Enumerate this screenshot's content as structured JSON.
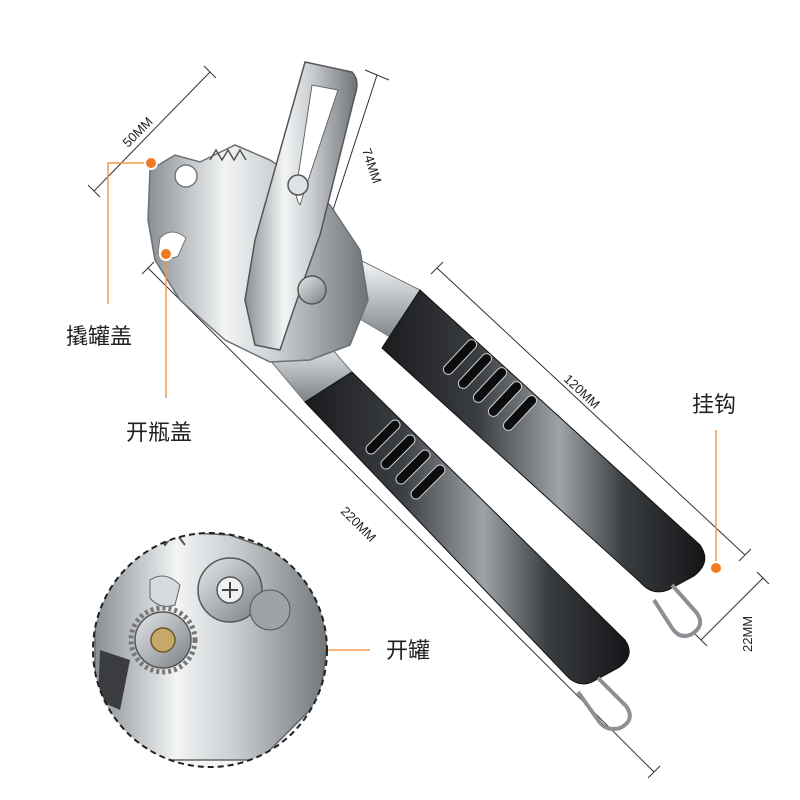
{
  "dimensions": {
    "width_top": "50MM",
    "lever_length": "74MM",
    "handle_length": "120MM",
    "total_length": "220MM",
    "hook_width": "22MM"
  },
  "labels": {
    "pry_lid": "撬罐盖",
    "bottle_opener": "开瓶盖",
    "hook": "挂钩",
    "can_opener": "开罐"
  },
  "colors": {
    "callout_dot": "#f07a22",
    "callout_line": "#f39a4c",
    "dimension_line": "#333333",
    "steel_light": "#e8eaec",
    "steel_dark": "#6a6e72",
    "handle_dark": "#1e1f21"
  }
}
